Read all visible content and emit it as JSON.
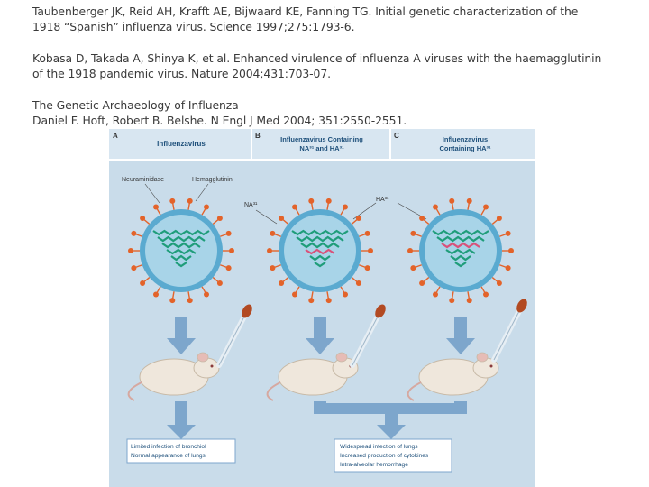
{
  "references": [
    {
      "lines": [
        "Taubenberger JK, Reid AH, Krafft AE, Bijwaard KE, Fanning TG. Initial genetic characterization of the",
        "1918 “Spanish” influenza virus. Science 1997;275:1793-6."
      ]
    },
    {
      "lines": [
        "Kobasa D, Takada A, Shinya K, et al. Enhanced virulence of influenza A viruses with the haemagglutinin",
        "of the 1918 pandemic virus. Nature 2004;431:703-07."
      ]
    },
    {
      "lines": [
        "The Genetic Archaeology of Influenza",
        "Daniel F. Hoft, Robert B. Belshe. N Engl J Med 2004; 351:2550-2551."
      ]
    }
  ],
  "figure": {
    "panels": [
      {
        "letter": "A",
        "title": [
          "Influenzavirus"
        ]
      },
      {
        "letter": "B",
        "title": [
          "Influenzavirus Containing",
          "NA³¹ and HA³¹"
        ]
      },
      {
        "letter": "C",
        "title": [
          "Influenzavirus",
          "Containing HA³¹"
        ]
      }
    ],
    "labels": {
      "neuraminidase": "Neuraminidase",
      "hemagglutinin": "Hemagglutinin",
      "na_label": "NA³¹",
      "ha_label": "HA³¹"
    },
    "outcomes": {
      "limited": [
        "Limited infection of bronchiol",
        "Normal appearance of lungs"
      ],
      "widespread": [
        "Widespread infection of lungs",
        "Increased production of cytokines",
        "Intra-alveolar hemorrhage"
      ]
    },
    "colors": {
      "background": "#c9dcea",
      "panel_header": "#3f7fae",
      "virus_shell": "#5aaad0",
      "virus_core": "#a8d4e8",
      "spike": "#e3632a",
      "rna_normal": "#1f9d7a",
      "rna_1918": "#d9527a",
      "arrow": "#7da6cc",
      "dropper_bulb": "#b24a22"
    }
  }
}
